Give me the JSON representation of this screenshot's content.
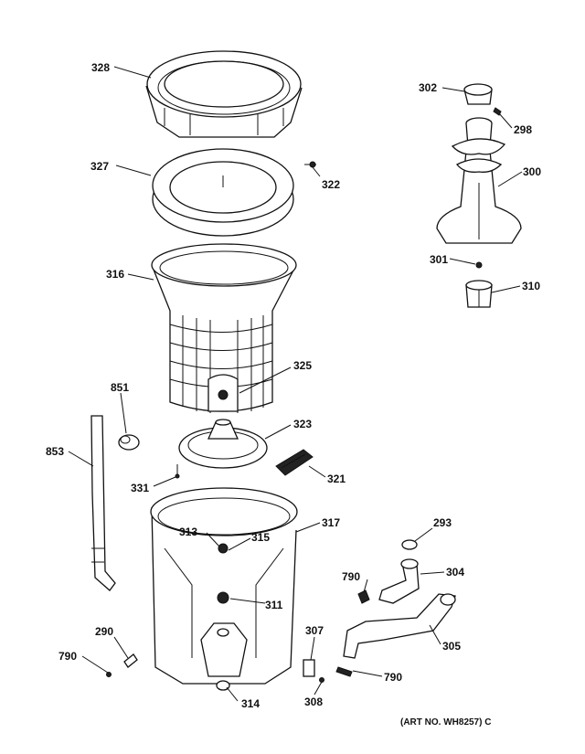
{
  "labels": {
    "l328": "328",
    "l327": "327",
    "l322": "322",
    "l316": "316",
    "l325": "325",
    "l851": "851",
    "l853": "853",
    "l323": "323",
    "l321": "321",
    "l331": "331",
    "l317": "317",
    "l313": "313",
    "l315": "315",
    "l311": "311",
    "l290": "290",
    "l790a": "790",
    "l314": "314",
    "l307": "307",
    "l308": "308",
    "l790b": "790",
    "l790c": "790",
    "l293": "293",
    "l304": "304",
    "l305": "305",
    "l302": "302",
    "l298": "298",
    "l300": "300",
    "l301": "301",
    "l310": "310"
  },
  "art_number": "(ART NO. WH8257) C"
}
